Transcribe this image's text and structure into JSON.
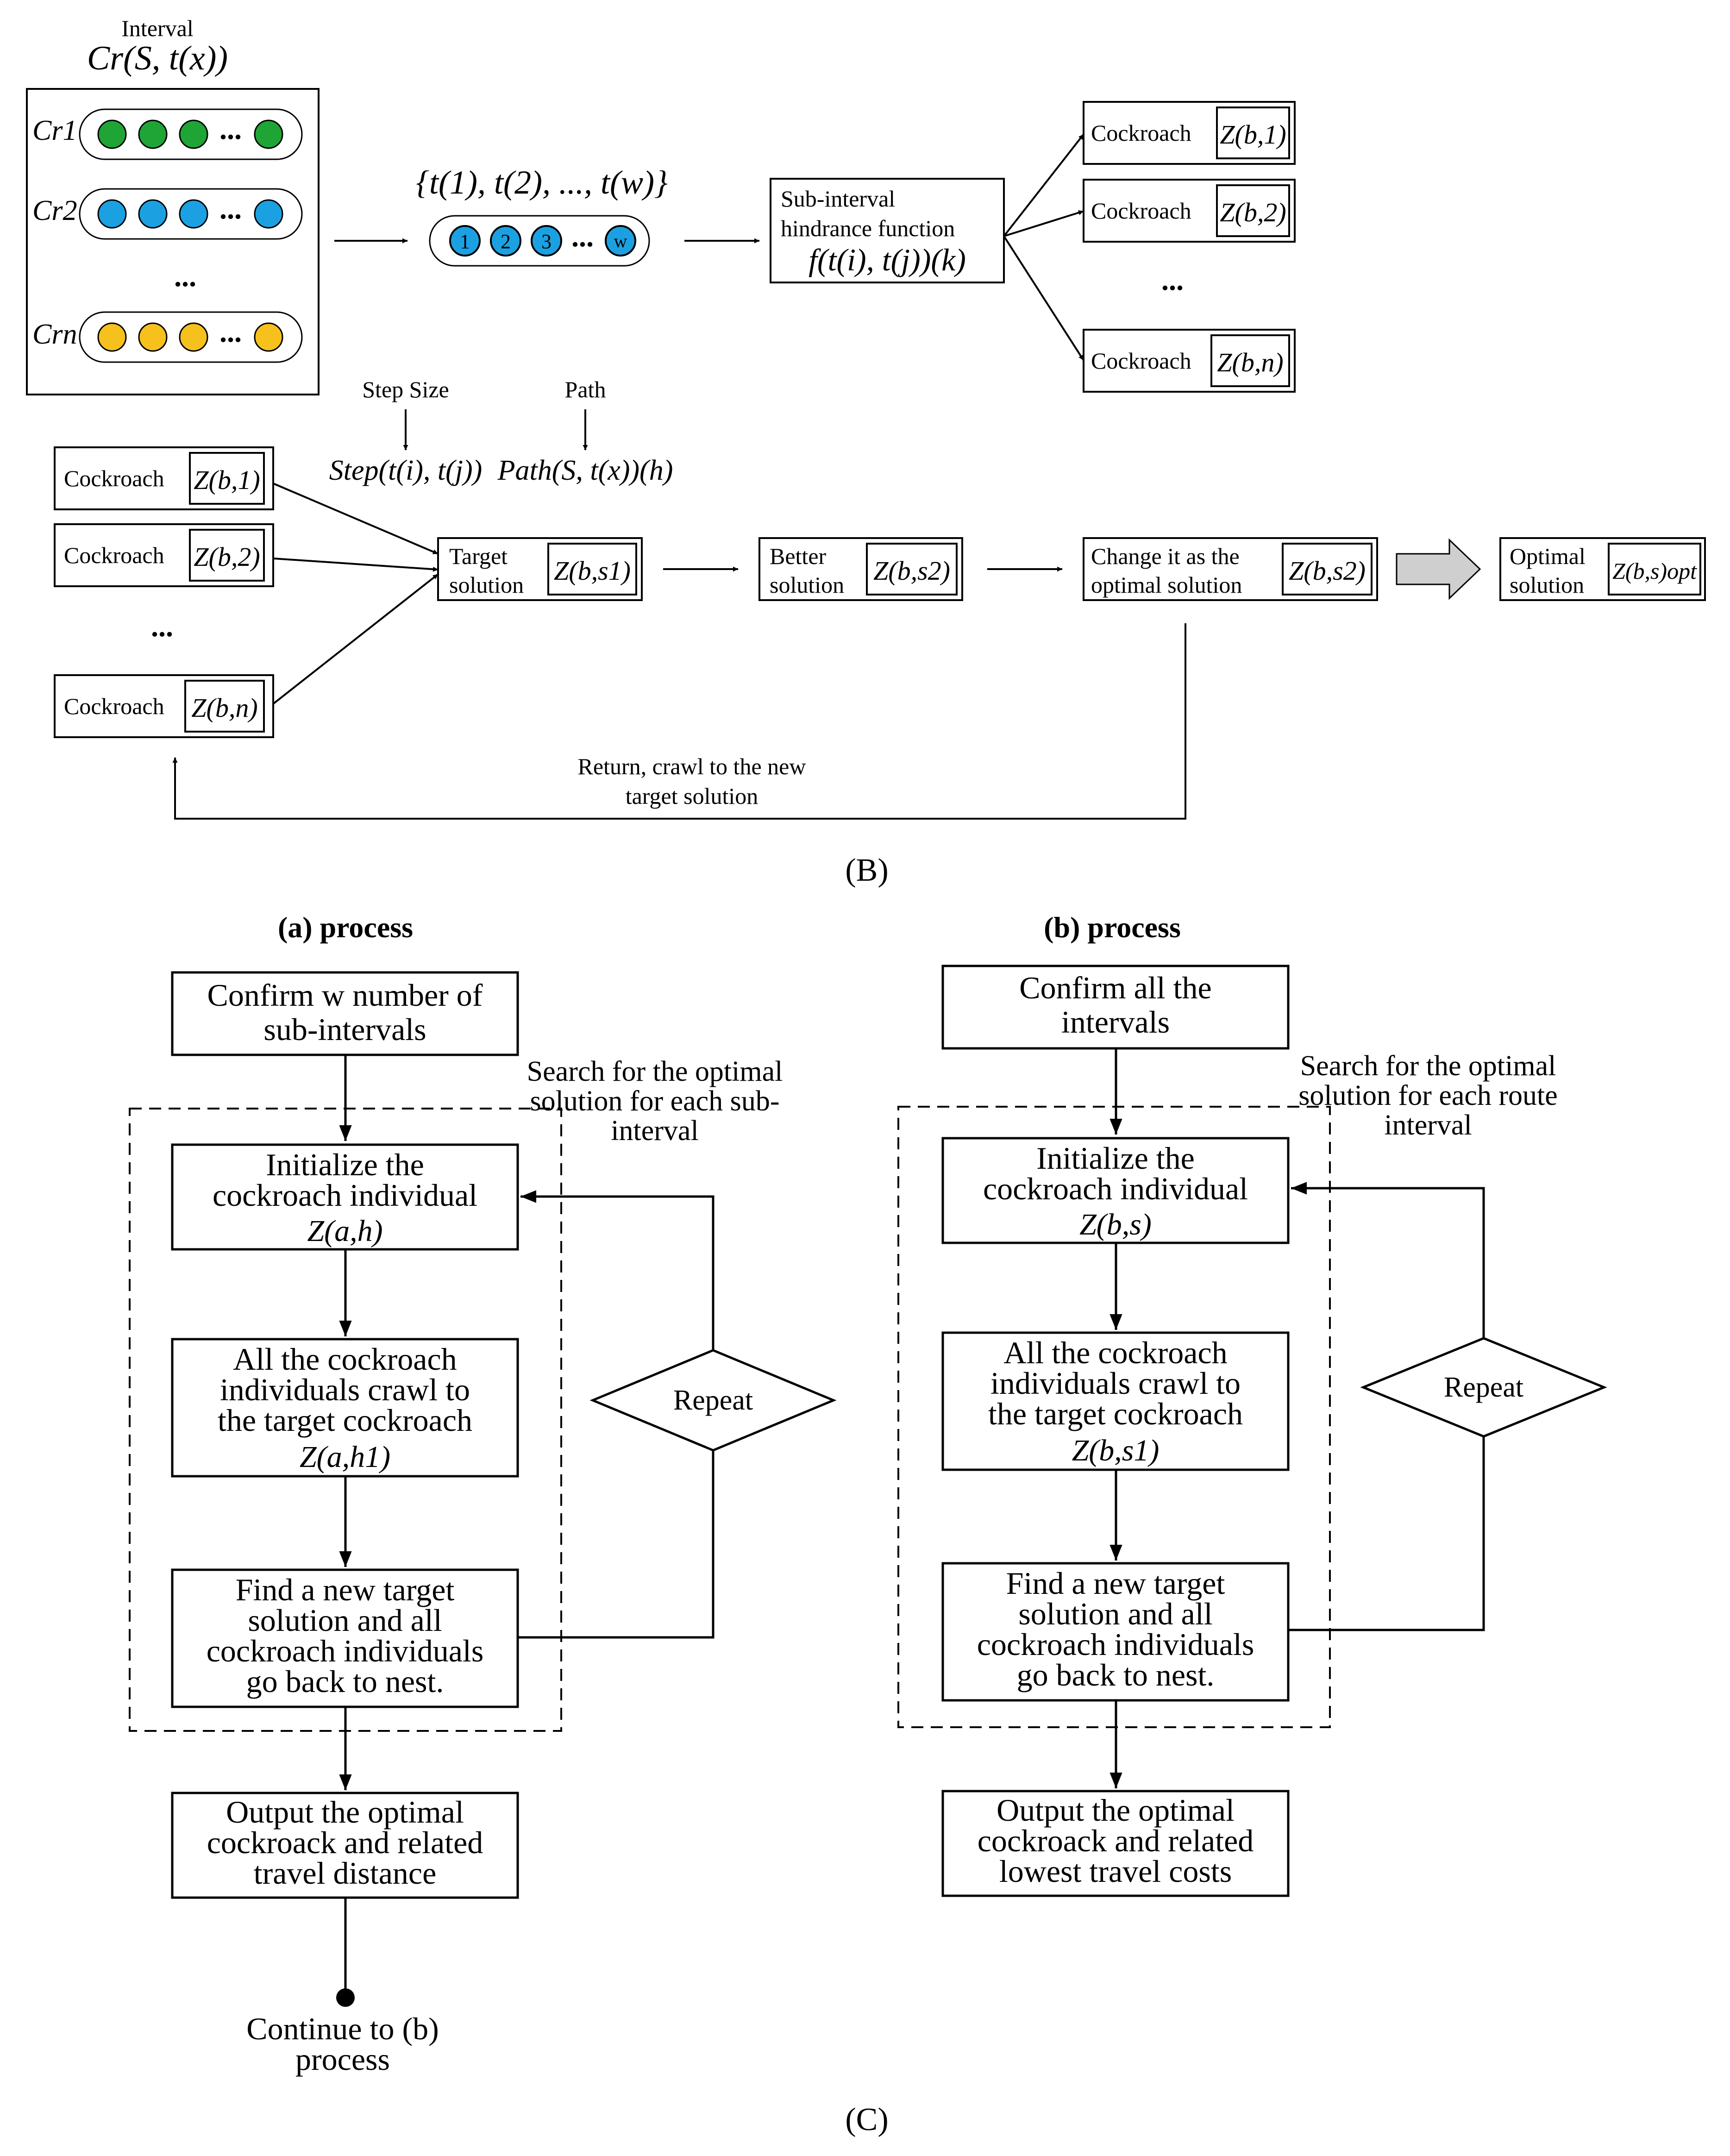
{
  "panel_b": {
    "interval_label": "Interval",
    "cr_set_formula": "Cr(S, t(x))",
    "cr_rows": [
      "Cr1",
      "Cr2",
      "Crn"
    ],
    "t_set_formula": "{t(1), t(2), ..., t(w)}",
    "t_nodes": [
      "1",
      "2",
      "3",
      "w"
    ],
    "ellipsis": "...",
    "hindrance_box": {
      "line1": "Sub-interval",
      "line2": "hindrance function",
      "formula": "f(t(i), t(j))(k)"
    },
    "cockroach_label": "Cockroach",
    "top_cockroaches": [
      "Z(b,1)",
      "Z(b,2)",
      "Z(b,n)"
    ],
    "step_size_label": "Step Size",
    "step_formula": "Step(t(i), t(j))",
    "path_label": "Path",
    "path_formula": "Path(S, t(x))(h)",
    "left_cockroaches": [
      "Z(b,1)",
      "Z(b,2)",
      "Z(b,n)"
    ],
    "target_box": {
      "line1": "Target",
      "line2": "solution",
      "z": "Z(b,s1)"
    },
    "better_box": {
      "line1": "Better",
      "line2": "solution",
      "z": "Z(b,s2)"
    },
    "change_box": {
      "line1": "Change it as the",
      "line2": "optimal solution",
      "z": "Z(b,s2)"
    },
    "optimal_box": {
      "line1": "Optimal",
      "line2": "solution",
      "z": "Z(b,s)opt"
    },
    "return_label": {
      "line1": "Return, crawl to the new",
      "line2": "target solution"
    },
    "caption": "(B)",
    "colors": {
      "green": "#1fa535",
      "blue": "#1ba1e2",
      "yellow": "#f6c11c",
      "arrow_gray": "#cfcfcf"
    }
  },
  "panel_c": {
    "a": {
      "title": "(a) process",
      "box1": [
        "Confirm w number of",
        "sub-intervals"
      ],
      "search_note": [
        "Search for the optimal",
        "solution for each sub-",
        "interval"
      ],
      "box2": [
        "Initialize the",
        "cockroach individual"
      ],
      "box2_z": "Z(a,h)",
      "box3": [
        "All the cockroach",
        "individuals crawl to",
        "the target cockroach"
      ],
      "box3_z": "Z(a,h1)",
      "box4": [
        "Find a new target",
        "solution and all",
        "cockroach individuals",
        "go back to nest."
      ],
      "repeat": "Repeat",
      "box5": [
        "Output the optimal",
        "cockroack and related",
        "travel distance"
      ],
      "continue": [
        "Continue to (b)",
        "process"
      ]
    },
    "b": {
      "title": "(b) process",
      "box1": [
        "Confirm all the",
        "intervals"
      ],
      "search_note": [
        "Search for the optimal",
        "solution for each route",
        "interval"
      ],
      "box2": [
        "Initialize the",
        "cockroach individual"
      ],
      "box2_z": "Z(b,s)",
      "box3": [
        "All the cockroach",
        "individuals crawl to",
        "the target cockroach"
      ],
      "box3_z": "Z(b,s1)",
      "box4": [
        "Find a new target",
        "solution and all",
        "cockroach individuals",
        "go back to nest."
      ],
      "repeat": "Repeat",
      "box5": [
        "Output the optimal",
        "cockroack and related",
        "lowest travel costs"
      ]
    },
    "caption": "(C)"
  }
}
